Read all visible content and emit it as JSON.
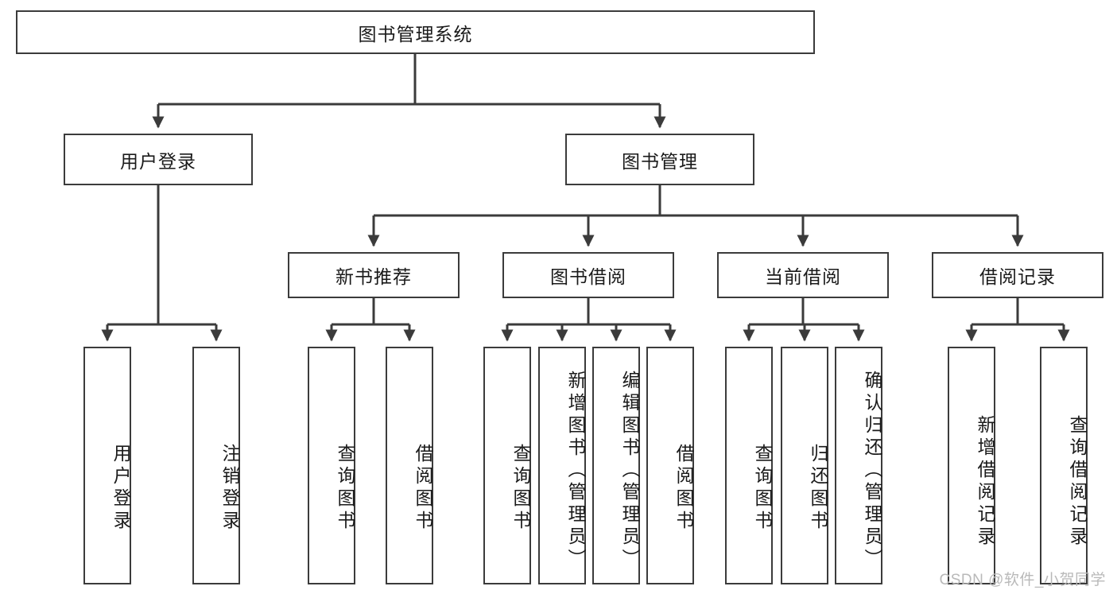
{
  "diagram": {
    "title": "图书管理系统",
    "type": "tree",
    "watermark": "CSDN @软件_小贺同学",
    "colors": {
      "box_border": "#3b3b3b",
      "box_fill": "#ffffff",
      "connector": "#3b3b3b",
      "text": "#1a1a1a",
      "watermark": "#b9b9b9",
      "background": "#ffffff"
    },
    "levels": {
      "root": {
        "label": "图书管理系统"
      },
      "level2": [
        {
          "label": "用户登录"
        },
        {
          "label": "图书管理"
        }
      ],
      "level3": [
        {
          "label": "新书推荐"
        },
        {
          "label": "图书借阅"
        },
        {
          "label": "当前借阅"
        },
        {
          "label": "借阅记录"
        }
      ],
      "leaves": {
        "user_login": [
          {
            "label": "用户登录"
          },
          {
            "label": "注销登录"
          }
        ],
        "new_book_recommend": [
          {
            "label": "查询图书"
          },
          {
            "label": "借阅图书"
          }
        ],
        "book_borrow": [
          {
            "label": "查询图书"
          },
          {
            "label": "新增图书（管理员）"
          },
          {
            "label": "编辑图书（管理员）"
          },
          {
            "label": "借阅图书"
          }
        ],
        "current_borrow": [
          {
            "label": "查询图书"
          },
          {
            "label": "归还图书"
          },
          {
            "label": "确认归还（管理员）"
          }
        ],
        "borrow_record": [
          {
            "label": "新增借阅记录"
          },
          {
            "label": "查询借阅记录"
          }
        ]
      }
    }
  }
}
